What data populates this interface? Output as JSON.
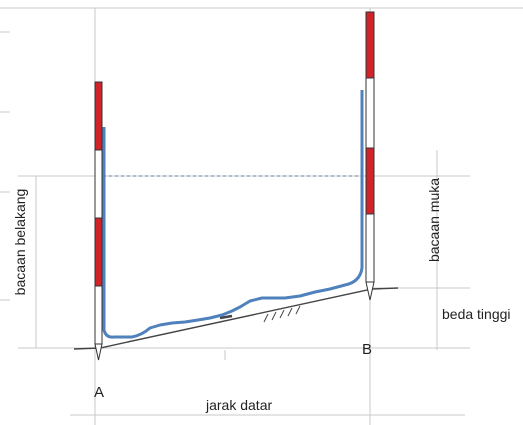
{
  "labels": {
    "back_reading": "bacaan belakang",
    "fore_reading": "bacaan muka",
    "height_difference": "beda tinggi",
    "horizontal_distance": "jarak datar",
    "point_a": "A",
    "point_b": "B"
  },
  "colors": {
    "red_band": "#d0232a",
    "profile_line": "#4f81bd",
    "sight_line": "#4f81bd",
    "ground": "#444444",
    "grid": "#c8c8c8",
    "text": "#222222"
  }
}
